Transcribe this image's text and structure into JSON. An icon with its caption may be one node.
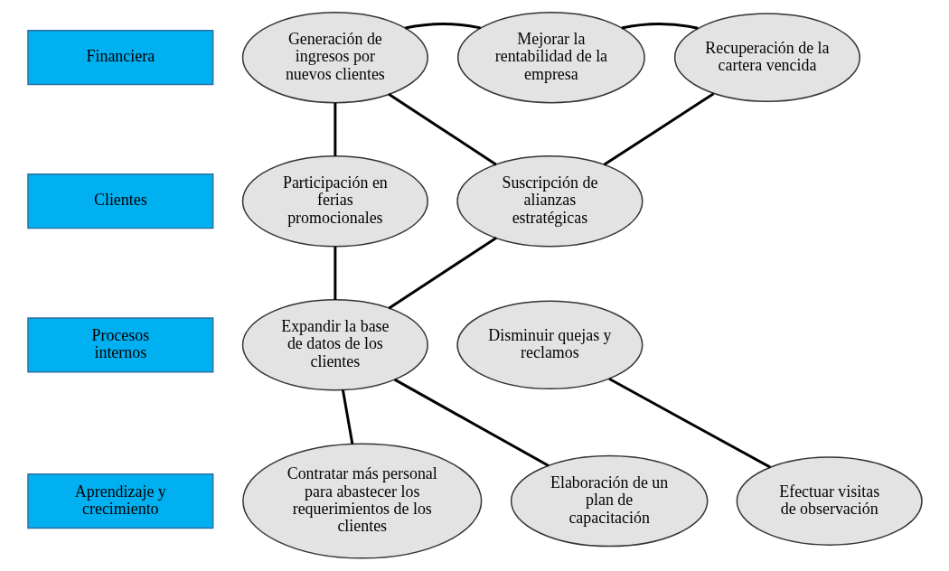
{
  "diagram": {
    "nodes": [
      {
        "text": [
          "Financiera"
        ]
      },
      {
        "text": [
          "Generación de ingresos por nuevos clientes"
        ]
      },
      {
        "text": [
          "Mejorar la rentabilidad de la empresa"
        ]
      },
      {
        "text": [
          "Recuperación de la cartera vencida"
        ]
      },
      {
        "text": [
          "Clientes"
        ]
      },
      {
        "text": [
          "Participación en ferias promocionales"
        ]
      },
      {
        "text": [
          "Suscripción de alianzas estratégicas"
        ]
      },
      {
        "text": [
          "Procesos internos"
        ]
      },
      {
        "text": [
          "Expandir la base de datos de los clientes"
        ]
      },
      {
        "text": [
          "Disminuir quejas y reclamos"
        ]
      },
      {
        "text": [
          "Aprendizaje y crecimiento"
        ]
      },
      {
        "text": [
          "Contratar más personal para abastecer los requerimientos de los clientes"
        ]
      },
      {
        "text": [
          "Elaboración de un plan de capacitación"
        ]
      },
      {
        "text": [
          "Efectuar visitas de observación"
        ]
      }
    ],
    "edges": [
      {
        "from": 1,
        "to": 2,
        "arrow": "none"
      },
      {
        "from": 2,
        "to": 3,
        "arrow": "none"
      },
      {
        "from": 1,
        "to": 5,
        "arrow": "none"
      },
      {
        "from": 1,
        "to": 6,
        "arrow": "none"
      },
      {
        "from": 3,
        "to": 6,
        "arrow": "none"
      },
      {
        "from": 5,
        "to": 8,
        "arrow": "none"
      },
      {
        "from": 6,
        "to": 8,
        "arrow": "none"
      },
      {
        "from": 8,
        "to": 11,
        "arrow": "none"
      },
      {
        "from": 8,
        "to": 12,
        "arrow": "none"
      },
      {
        "from": 9,
        "to": 13,
        "arrow": "none"
      }
    ]
  }
}
